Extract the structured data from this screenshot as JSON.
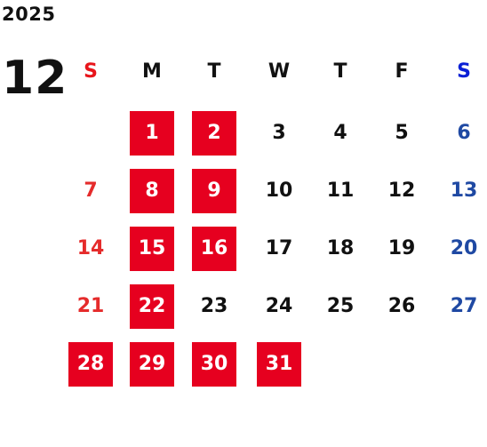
{
  "calendar": {
    "year": "2025",
    "month": "12",
    "weekdays": [
      {
        "label": "S",
        "color": "#e8151b"
      },
      {
        "label": "M",
        "color": "#111111"
      },
      {
        "label": "T",
        "color": "#111111"
      },
      {
        "label": "W",
        "color": "#111111"
      },
      {
        "label": "T",
        "color": "#111111"
      },
      {
        "label": "F",
        "color": "#111111"
      },
      {
        "label": "S",
        "color": "#0b20d6"
      }
    ],
    "colors": {
      "highlight_bg": "#e6001f",
      "highlight_text": "#ffffff",
      "sunday": "#e52b2b",
      "saturday": "#1f49a3",
      "weekday": "#111111"
    },
    "days": [
      {
        "day": "1",
        "weekday": 1,
        "week": 0,
        "highlighted": true
      },
      {
        "day": "2",
        "weekday": 2,
        "week": 0,
        "highlighted": true
      },
      {
        "day": "3",
        "weekday": 3,
        "week": 0,
        "highlighted": false
      },
      {
        "day": "4",
        "weekday": 4,
        "week": 0,
        "highlighted": false
      },
      {
        "day": "5",
        "weekday": 5,
        "week": 0,
        "highlighted": false
      },
      {
        "day": "6",
        "weekday": 6,
        "week": 0,
        "highlighted": false
      },
      {
        "day": "7",
        "weekday": 0,
        "week": 1,
        "highlighted": false
      },
      {
        "day": "8",
        "weekday": 1,
        "week": 1,
        "highlighted": true
      },
      {
        "day": "9",
        "weekday": 2,
        "week": 1,
        "highlighted": true
      },
      {
        "day": "10",
        "weekday": 3,
        "week": 1,
        "highlighted": false
      },
      {
        "day": "11",
        "weekday": 4,
        "week": 1,
        "highlighted": false
      },
      {
        "day": "12",
        "weekday": 5,
        "week": 1,
        "highlighted": false
      },
      {
        "day": "13",
        "weekday": 6,
        "week": 1,
        "highlighted": false
      },
      {
        "day": "14",
        "weekday": 0,
        "week": 2,
        "highlighted": false
      },
      {
        "day": "15",
        "weekday": 1,
        "week": 2,
        "highlighted": true
      },
      {
        "day": "16",
        "weekday": 2,
        "week": 2,
        "highlighted": true
      },
      {
        "day": "17",
        "weekday": 3,
        "week": 2,
        "highlighted": false
      },
      {
        "day": "18",
        "weekday": 4,
        "week": 2,
        "highlighted": false
      },
      {
        "day": "19",
        "weekday": 5,
        "week": 2,
        "highlighted": false
      },
      {
        "day": "20",
        "weekday": 6,
        "week": 2,
        "highlighted": false
      },
      {
        "day": "21",
        "weekday": 0,
        "week": 3,
        "highlighted": false
      },
      {
        "day": "22",
        "weekday": 1,
        "week": 3,
        "highlighted": true
      },
      {
        "day": "23",
        "weekday": 2,
        "week": 3,
        "highlighted": false
      },
      {
        "day": "24",
        "weekday": 3,
        "week": 3,
        "highlighted": false
      },
      {
        "day": "25",
        "weekday": 4,
        "week": 3,
        "highlighted": false
      },
      {
        "day": "26",
        "weekday": 5,
        "week": 3,
        "highlighted": false
      },
      {
        "day": "27",
        "weekday": 6,
        "week": 3,
        "highlighted": false
      },
      {
        "day": "28",
        "weekday": 0,
        "week": 4,
        "highlighted": true
      },
      {
        "day": "29",
        "weekday": 1,
        "week": 4,
        "highlighted": true
      },
      {
        "day": "30",
        "weekday": 2,
        "week": 4,
        "highlighted": true
      },
      {
        "day": "31",
        "weekday": 3,
        "week": 4,
        "highlighted": true
      }
    ]
  }
}
